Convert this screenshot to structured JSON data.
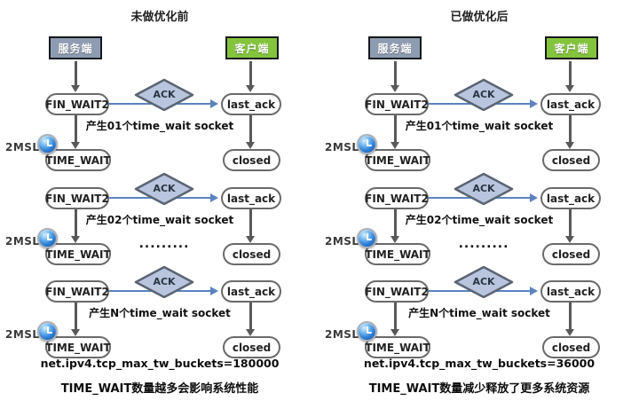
{
  "colors": {
    "server_fill": "#8e9cb2",
    "client_fill": "#84c43d",
    "diamond_fill": "#b9c5de",
    "diamond_stroke": "#5a6472",
    "blue_arrow": "#5b83c0",
    "gray_arrow": "#595959",
    "pill_border": "#6a6a6a"
  },
  "diagrams": [
    {
      "title": "未做优化前",
      "server_label": "服务端",
      "client_label": "客户端",
      "rows": [
        {
          "left_state": "FIN_WAIT2",
          "ack_label": "ACK",
          "right_state": "last_ack",
          "note": "产生01个time_wait socket",
          "msl_label": "2MSL",
          "wait_state": "TIME_WAIT",
          "closed_state": "closed"
        },
        {
          "left_state": "FIN_WAIT2",
          "ack_label": "ACK",
          "right_state": "last_ack",
          "note": "产生02个time_wait socket",
          "msl_label": "2MSL",
          "wait_state": "TIME_WAIT",
          "closed_state": "closed",
          "dots": "........."
        },
        {
          "left_state": "FIN_WAIT2",
          "ack_label": "ACK",
          "right_state": "last_ack",
          "note": "产生N个time_wait socket",
          "msl_label": "2MSL",
          "wait_state": "TIME_WAIT",
          "closed_state": "closed"
        }
      ],
      "config_text": "net.ipv4.tcp_max_tw_buckets=180000",
      "caption": "TIME_WAIT数量越多会影响系统性能"
    },
    {
      "title": "已做优化后",
      "server_label": "服务端",
      "client_label": "客户端",
      "rows": [
        {
          "left_state": "FIN_WAIT2",
          "ack_label": "ACK",
          "right_state": "last_ack",
          "note": "产生01个time_wait socket",
          "msl_label": "2MSL",
          "wait_state": "TIME_WAIT",
          "closed_state": "closed"
        },
        {
          "left_state": "FIN_WAIT2",
          "ack_label": "ACK",
          "right_state": "last_ack",
          "note": "产生02个time_wait socket",
          "msl_label": "2MSL",
          "wait_state": "TIME_WAIT",
          "closed_state": "closed",
          "dots": "........."
        },
        {
          "left_state": "FIN_WAIT2",
          "ack_label": "ACK",
          "right_state": "last_ack",
          "note": "产生N个time_wait socket",
          "msl_label": "2MSL",
          "wait_state": "TIME_WAIT",
          "closed_state": "closed"
        }
      ],
      "config_text": "net.ipv4.tcp_max_tw_buckets=36000",
      "caption": "TIME_WAIT数量减少释放了更多系统资源"
    }
  ]
}
